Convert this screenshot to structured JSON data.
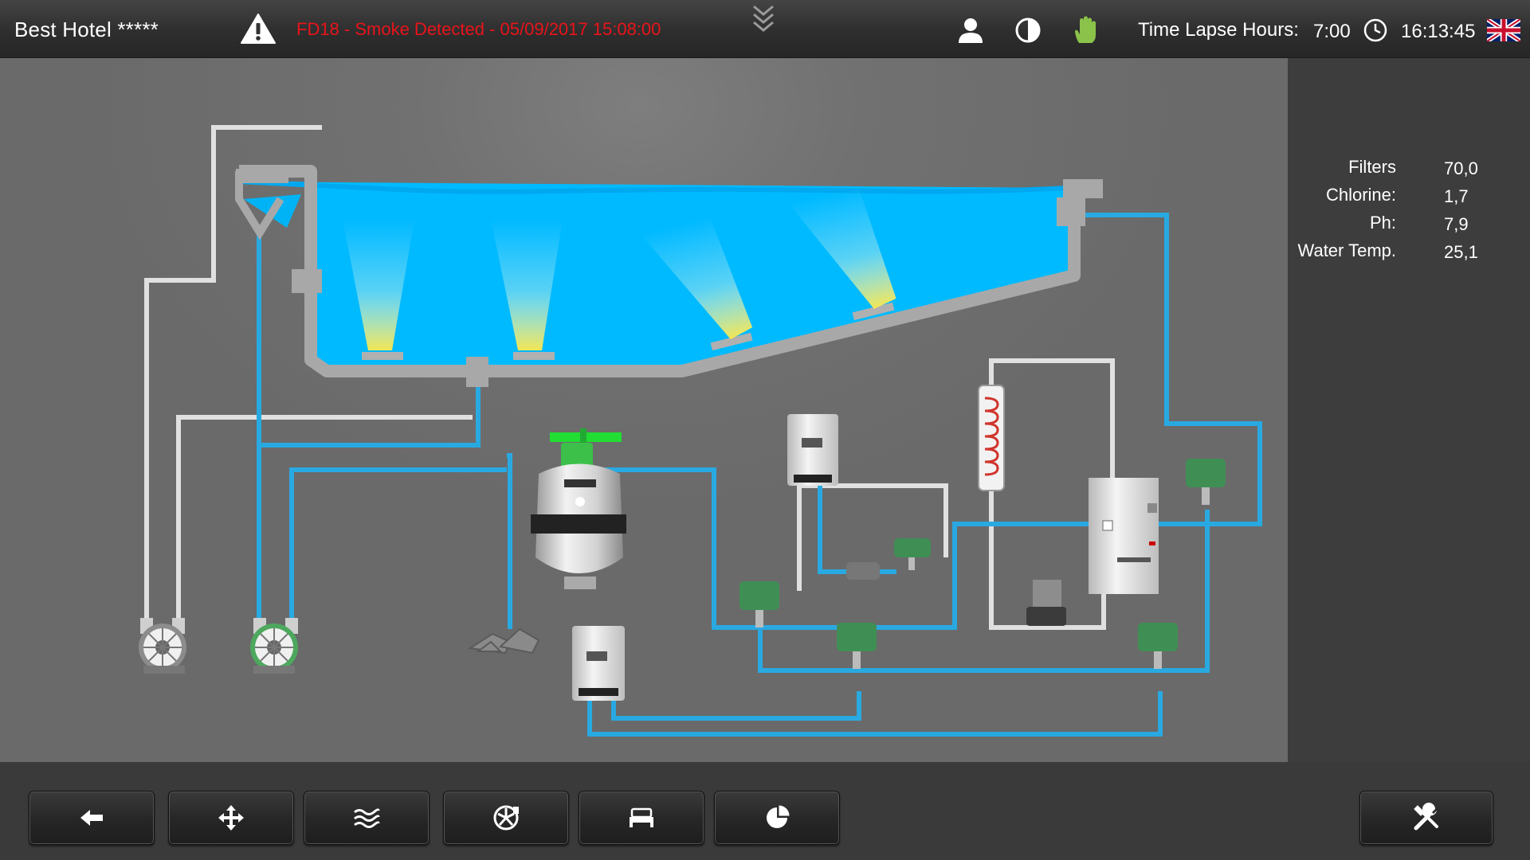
{
  "header": {
    "title": "Best Hotel *****",
    "alarm_text": "FD18 - Smoke Detected - 05/09/2017 15:08:00",
    "time_lapse_label": "Time Lapse Hours:",
    "time_lapse_value": "7:00",
    "clock_time": "16:13:45",
    "icons": [
      "warning-icon",
      "chevron-double-down-icon",
      "user-icon",
      "contrast-icon",
      "hand-icon",
      "clock-icon",
      "uk-flag-icon"
    ]
  },
  "readings": [
    {
      "label": "Filters",
      "value": "70,0"
    },
    {
      "label": "Chlorine:",
      "value": "1,7"
    },
    {
      "label": "Ph:",
      "value": "7,9"
    },
    {
      "label": "Water Temp.",
      "value": "25,1"
    }
  ],
  "toolbar": {
    "buttons": [
      "back-arrow-icon",
      "move-icon",
      "waves-icon",
      "turbine-icon",
      "bed-icon",
      "pie-chart-icon"
    ],
    "settings_button": "tools-icon"
  },
  "colors": {
    "alarm": "#e8141b",
    "water": "#00baff",
    "pipe_water": "#29a9e1",
    "pipe_white": "#e6e6e6",
    "valve_green": "#3f8f55",
    "accent_green": "#22dd33"
  }
}
